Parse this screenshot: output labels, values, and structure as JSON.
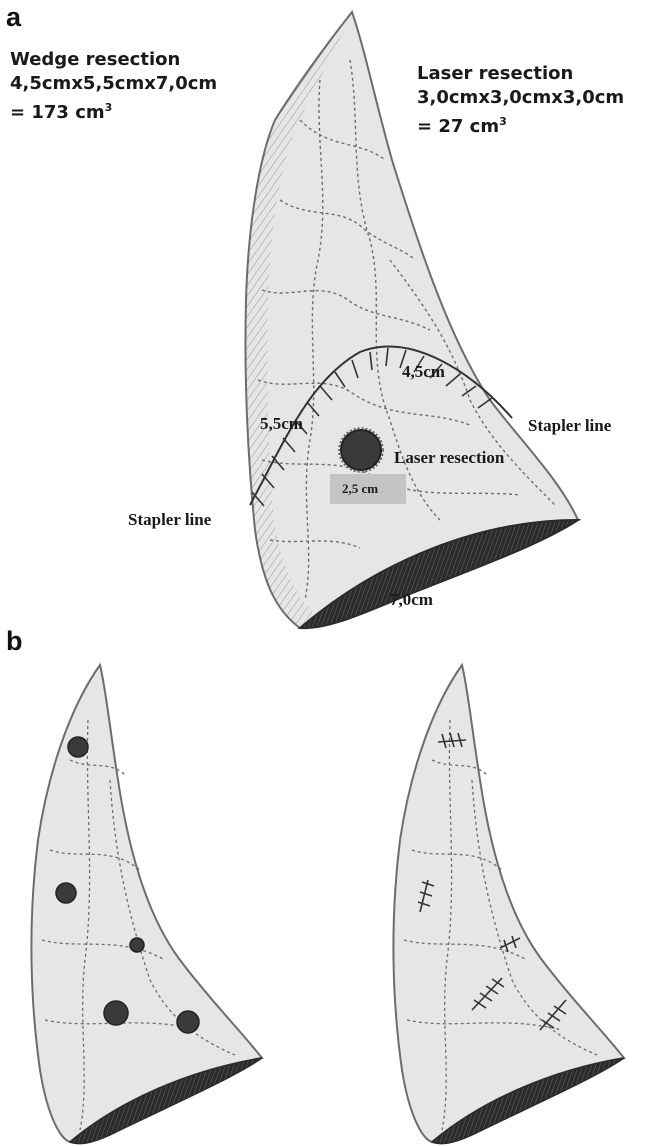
{
  "panel_a": {
    "letter": "a",
    "wedge": {
      "title": "Wedge resection",
      "dims": "4,5cmx5,5cmx7,0cm",
      "vol_prefix": "= 173 cm",
      "vol_sup": "3"
    },
    "laser": {
      "title": "Laser resection",
      "dims": "3,0cmx3,0cmx3,0cm",
      "vol_prefix": "= 27 cm",
      "vol_sup": "3"
    },
    "labels": {
      "dim_top": "4,5cm",
      "dim_left": "5,5cm",
      "dim_bottom": "7,0cm",
      "lesion_size": "2,5 cm",
      "laser_resection": "Laser resection",
      "stapler_right": "Stapler line",
      "stapler_left": "Stapler line"
    }
  },
  "panel_b": {
    "letter": "b"
  },
  "colors": {
    "lung_fill": "#e6e6e6",
    "lobule_line": "#6d6d6d",
    "lesion": "#3a3a3a",
    "base_dark": "#2b2b2b",
    "staple": "#333333"
  }
}
